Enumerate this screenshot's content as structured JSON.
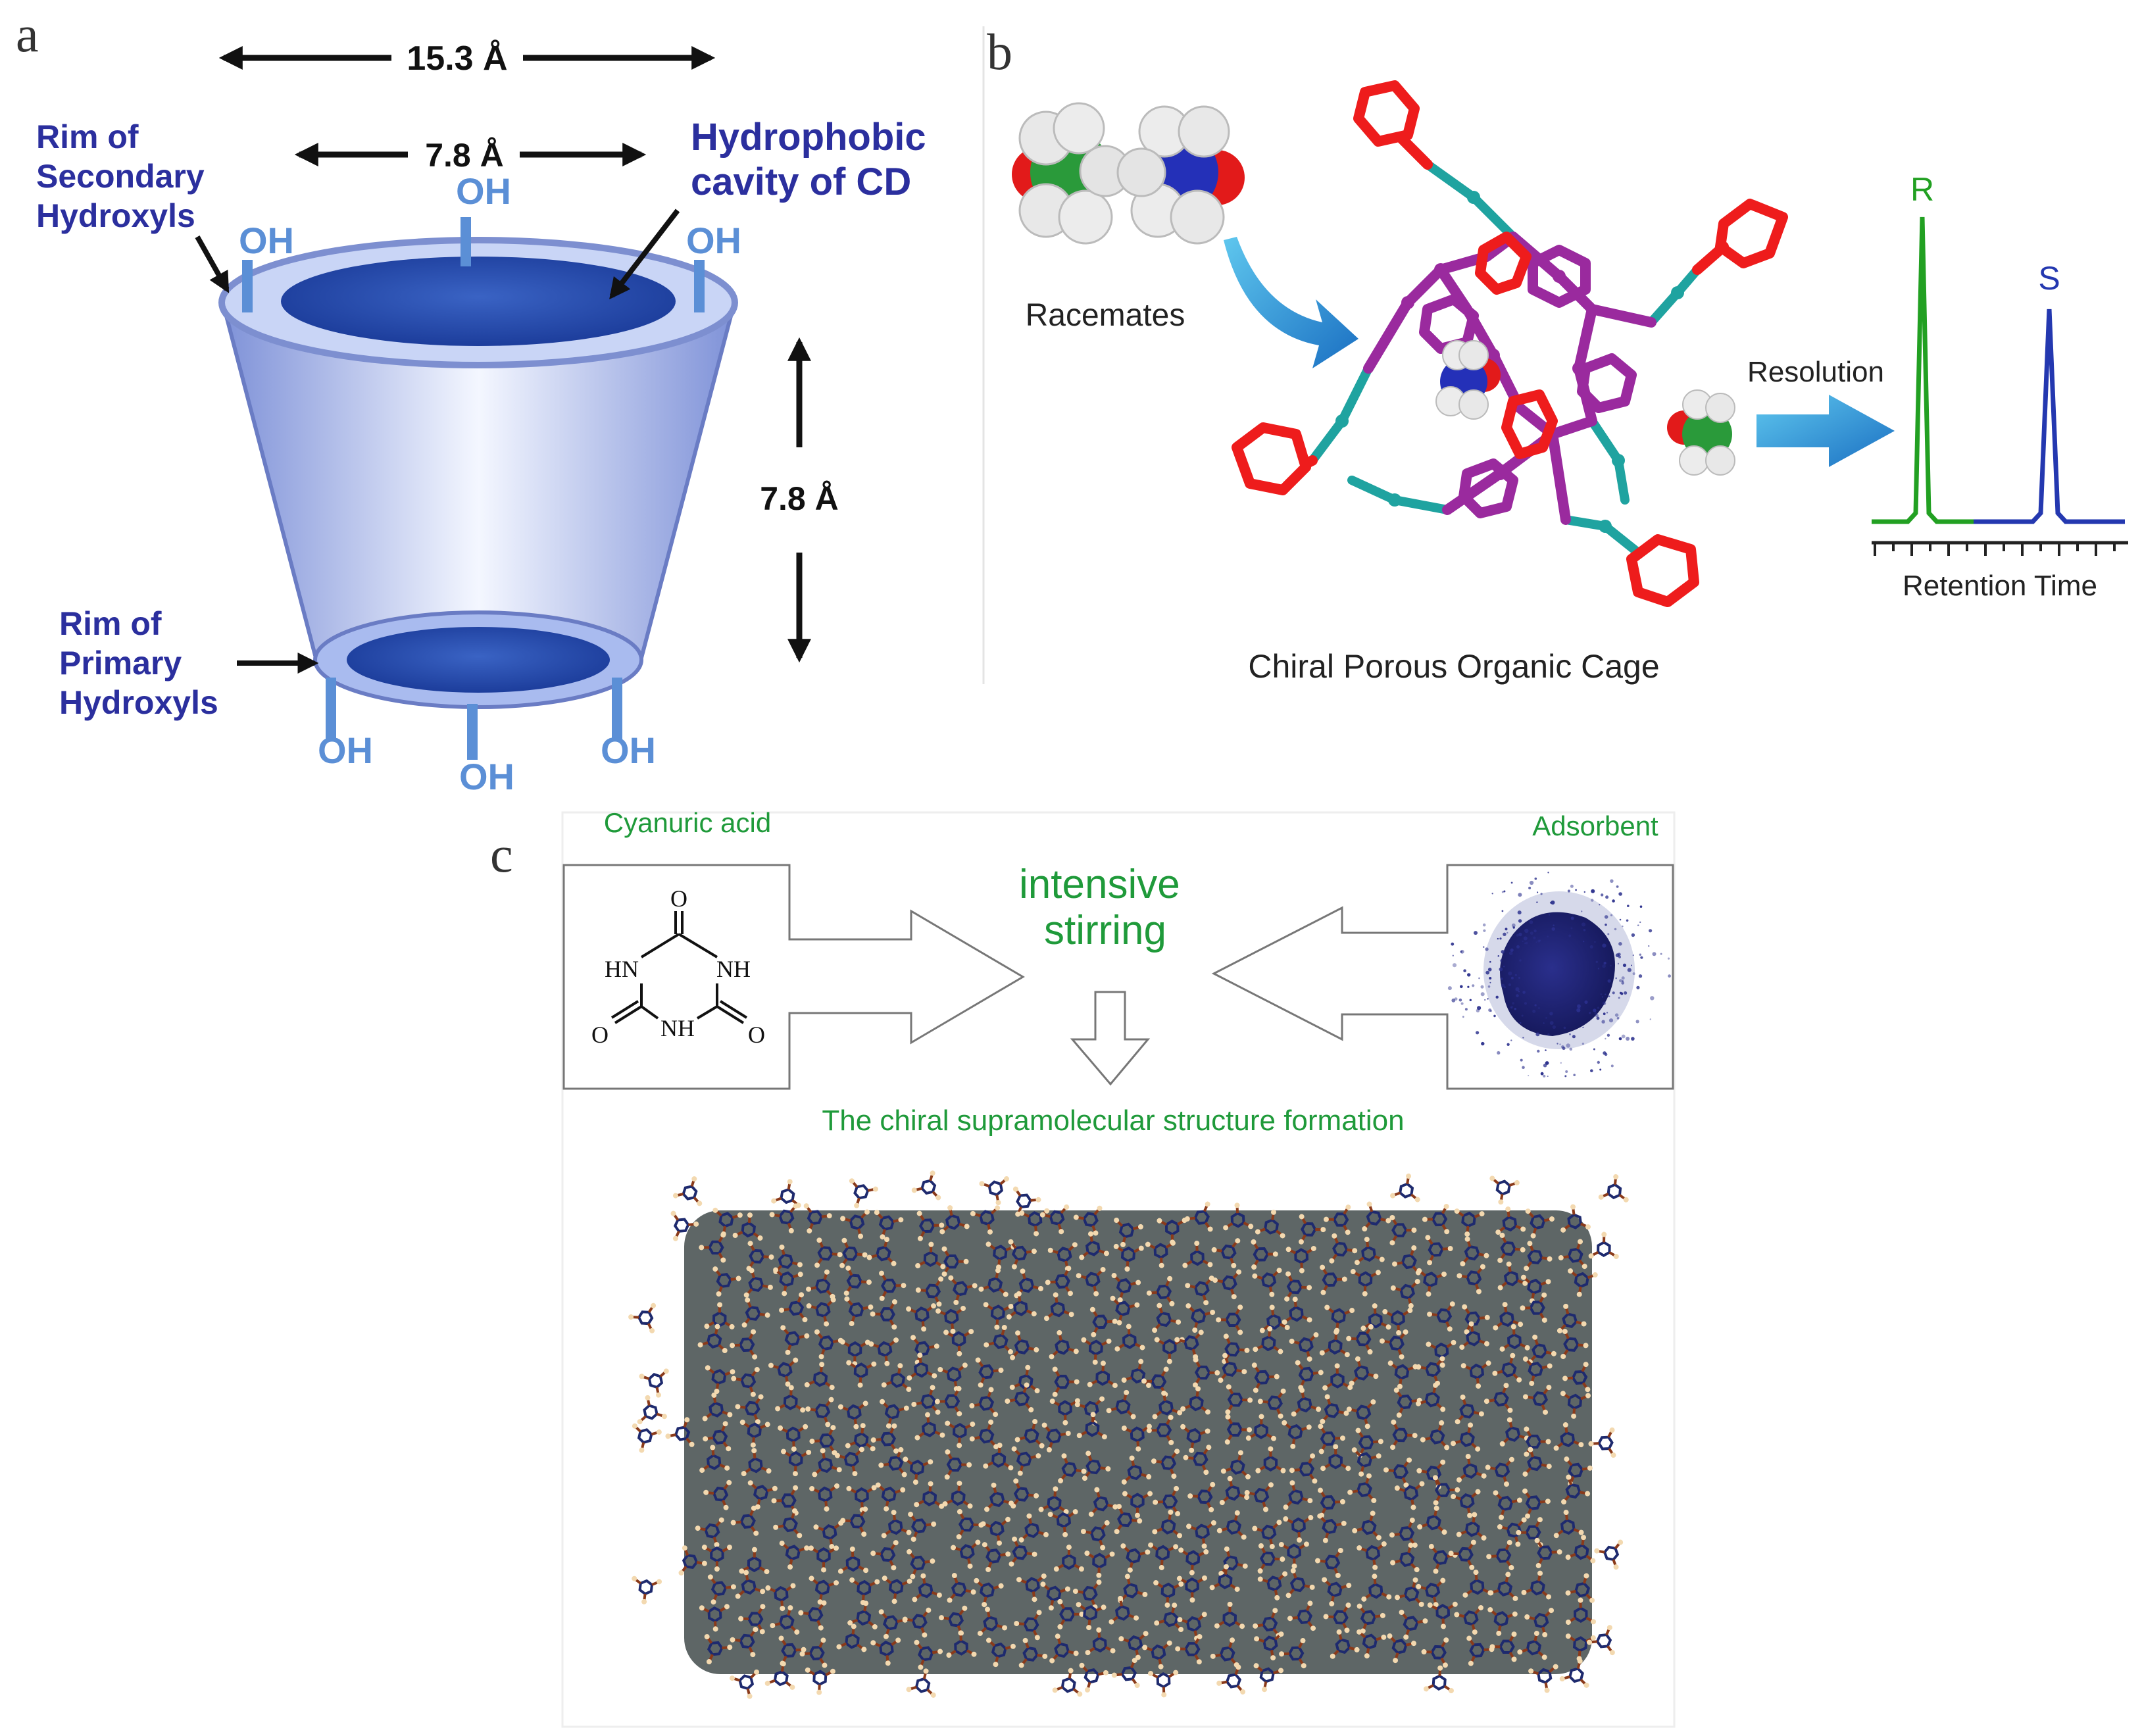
{
  "colors": {
    "cd_text": "#2b2f9e",
    "cd_body": "#8fa4e6",
    "oh_stem": "#5b8fd6",
    "green_text": "#1f9a3a",
    "green_peak": "#22a022",
    "blue_peak": "#2438b0",
    "cage_red": "#ee1c1c",
    "cage_purple": "#9a2a9e",
    "cage_teal": "#1fa3a0",
    "arrow_blue": "#2a8ad6",
    "adsorbent_fill": "#5e6666"
  },
  "panel_a": {
    "label": "a",
    "width_top": "15.3 Å",
    "width_cavity": "7.8 Å",
    "height": "7.8 Å",
    "rim_secondary": [
      "Rim of",
      "Secondary",
      "Hydroxyls"
    ],
    "rim_primary": [
      "Rim of",
      "Primary",
      "Hydroxyls"
    ],
    "cavity": [
      "Hydrophobic",
      "cavity of CD"
    ],
    "oh": "OH"
  },
  "panel_b": {
    "label": "b",
    "racemates": "Racemates",
    "resolution": "Resolution",
    "cage": "Chiral Porous Organic Cage",
    "peak_r": "R",
    "peak_s": "S",
    "xlabel": "Retention Time"
  },
  "panel_c": {
    "label": "c",
    "cyanuric": "Cyanuric acid",
    "adsorbent": "Adsorbent",
    "stirring": [
      "intensive",
      "stirring"
    ],
    "formation": "The chiral supramolecular structure formation",
    "atoms": {
      "o": "O",
      "hn": "HN",
      "nh": "NH"
    }
  }
}
